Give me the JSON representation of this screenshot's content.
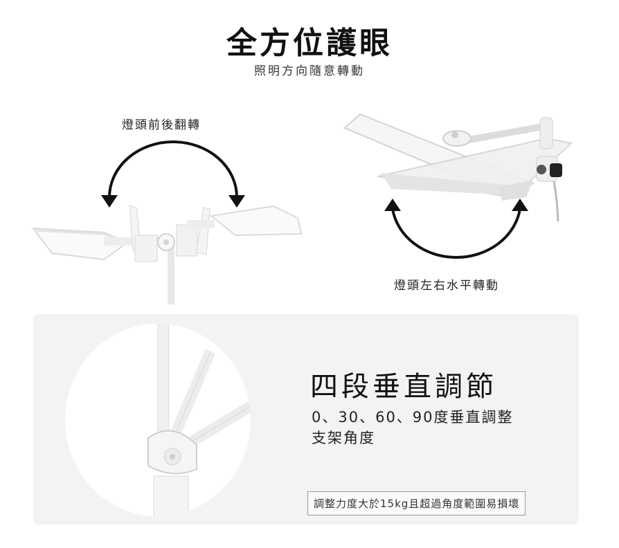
{
  "header": {
    "title": "全方位護眼",
    "subtitle": "照明方向隨意轉動"
  },
  "features": {
    "flip_label": "燈頭前後翻轉",
    "rotate_label": "燈頭左右水平轉動"
  },
  "panel": {
    "title": "四段垂直調節",
    "description_line1": "0、30、60、90度垂直調整",
    "description_line2": "支架角度",
    "warning": "調整力度大於15kg且超過角度範圍易損壞"
  },
  "colors": {
    "text": "#111111",
    "panel_bg": "#f3f3f3",
    "arrow": "#111111"
  }
}
